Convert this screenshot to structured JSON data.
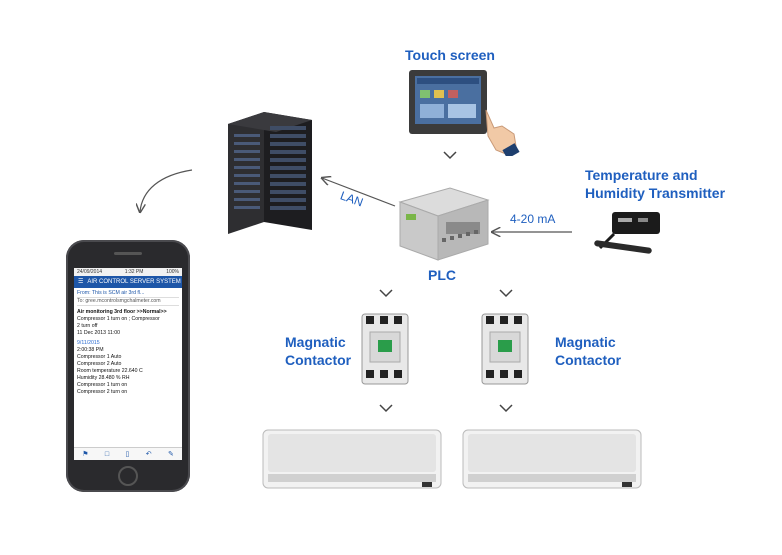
{
  "labels": {
    "touch_screen": "Touch screen",
    "temp_humidity_line1": "Temperature and",
    "temp_humidity_line2": "Humidity Transmitter",
    "plc": "PLC",
    "contactor_left_line1": "Magnatic",
    "contactor_left_line2": "Contactor",
    "contactor_right_line1": "Magnatic",
    "contactor_right_line2": "Contactor",
    "lan": "LAN",
    "signal": "4-20 mA"
  },
  "phone": {
    "status_left": "24/09/2014",
    "status_center": "1:32 PM",
    "status_right": "100%",
    "app_title": "AIR CONTROL SERVER SYSTEM",
    "from": "From: This is SCM air 3rd fl...",
    "to_label": "To:",
    "to_value": "gree.mcontrolsmgchalmeter.com",
    "lines": [
      "Air monitoring 3rd floor >>Normal>>",
      "Compressor 1 turn on ; Compressor",
      "2 turn off",
      "11 Dec 2013 11:00"
    ],
    "date": "9/11/2015",
    "details": [
      "2:00:38 PM",
      "Compressor 1 Auto",
      "Compressor 2 Auto",
      "Room temperature 22.640 C",
      "Humidity 28.480 % RH",
      "Compressor 1 turn on",
      "Compressor 2 turn on"
    ]
  },
  "colors": {
    "label_blue": "#1f5fbf",
    "app_blue": "#1d56a8"
  }
}
